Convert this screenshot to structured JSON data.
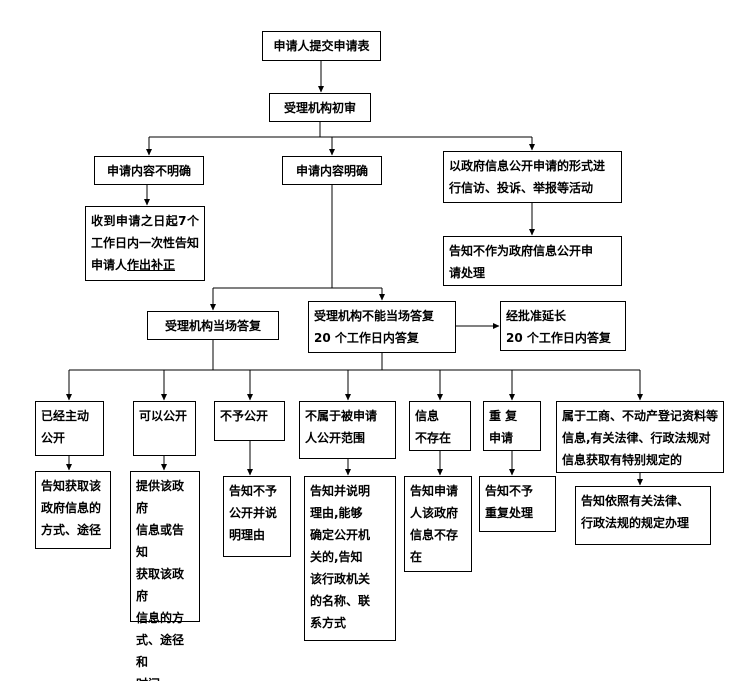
{
  "diagram": {
    "background_color": "#ffffff",
    "line_color": "#000000",
    "nodes": {
      "submit": {
        "text": "申请人提交申请表"
      },
      "review": {
        "text": "受理机构初审"
      },
      "unclear": {
        "text": "申请内容不明确"
      },
      "clear": {
        "text": "申请内容明确"
      },
      "petition": {
        "text": "以政府信息公开申请的形式进\n行信访、投诉、举报等活动"
      },
      "correction": {
        "text_main": "收到申请之日起7个工作日内一次性告知申请人",
        "text_underlined": "作出补正"
      },
      "not_as_request": {
        "text": "告知不作为政府信息公开申\n请处理"
      },
      "onsite": {
        "text": "受理机构当场答复"
      },
      "within20": {
        "text": "受理机构不能当场答复\n20 个工作日内答复"
      },
      "extended": {
        "text": "经批准延长\n20 个工作日内答复"
      },
      "already_open": {
        "text": "已经主动\n公开"
      },
      "can_open": {
        "text": "可以公开"
      },
      "no_open": {
        "text": "不予公开"
      },
      "out_scope": {
        "text": "不属于被申请\n人公开范围"
      },
      "not_exist": {
        "text": "信息\n不存在"
      },
      "repeat": {
        "text": "重 复\n申请"
      },
      "special": {
        "text": "属于工商、不动产登记资料等\n信息,有关法律、行政法规对\n信息获取有特别规定的"
      },
      "r_already": {
        "text": "告知获取该\n政府信息的\n方式、途径"
      },
      "r_can": {
        "text": "提供该政府\n信息或告知\n获取该政府\n信息的方\n式、途径和\n时间"
      },
      "r_no": {
        "text": "告知不予\n公开并说\n明理由"
      },
      "r_scope": {
        "text": "告知并说明\n理由,能够\n确定公开机\n关的,告知\n该行政机关\n的名称、联\n系方式"
      },
      "r_exist": {
        "text": "告知申请\n人该政府\n信息不存\n在"
      },
      "r_repeat": {
        "text": "告知不予\n重复处理"
      },
      "r_special": {
        "text": "告知依照有关法律、\n行政法规的规定办理"
      }
    },
    "edges": [
      {
        "from": "submit",
        "to": "review"
      },
      {
        "from": "review",
        "to": "unclear"
      },
      {
        "from": "review",
        "to": "clear"
      },
      {
        "from": "review",
        "to": "petition"
      },
      {
        "from": "unclear",
        "to": "correction"
      },
      {
        "from": "petition",
        "to": "not_as_request"
      },
      {
        "from": "clear",
        "to": "onsite"
      },
      {
        "from": "clear",
        "to": "within20"
      },
      {
        "from": "within20",
        "to": "extended"
      },
      {
        "from": "onsite",
        "to": "outcomes"
      },
      {
        "from": "within20",
        "to": "outcomes"
      },
      {
        "from": "outcomes",
        "to": "already_open"
      },
      {
        "from": "outcomes",
        "to": "can_open"
      },
      {
        "from": "outcomes",
        "to": "no_open"
      },
      {
        "from": "outcomes",
        "to": "out_scope"
      },
      {
        "from": "outcomes",
        "to": "not_exist"
      },
      {
        "from": "outcomes",
        "to": "repeat"
      },
      {
        "from": "outcomes",
        "to": "special"
      },
      {
        "from": "already_open",
        "to": "r_already"
      },
      {
        "from": "can_open",
        "to": "r_can"
      },
      {
        "from": "no_open",
        "to": "r_no"
      },
      {
        "from": "out_scope",
        "to": "r_scope"
      },
      {
        "from": "not_exist",
        "to": "r_exist"
      },
      {
        "from": "repeat",
        "to": "r_repeat"
      },
      {
        "from": "special",
        "to": "r_special"
      }
    ]
  }
}
